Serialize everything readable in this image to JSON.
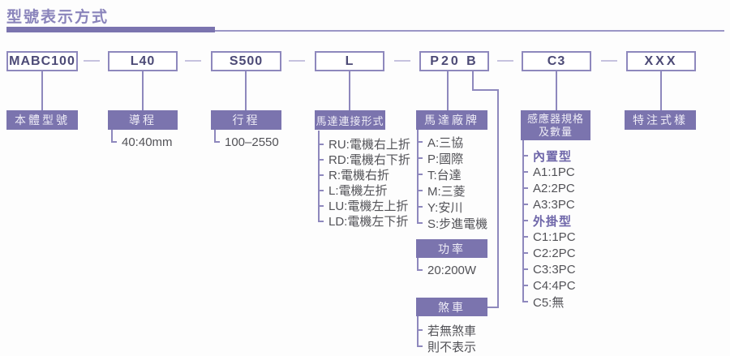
{
  "title": "型號表示方式",
  "colors": {
    "purple_fill": "#7b74ae",
    "purple_border": "#8e88bd",
    "code_text": "#4c4a76",
    "title_text": "#8a84bb",
    "list_text": "#525257",
    "list_header_text": "#6e66a9"
  },
  "columns": [
    {
      "code": "MABC100",
      "label": "本體型號",
      "items": []
    },
    {
      "code": "L40",
      "label": "導程",
      "items": [
        {
          "text": "40:40mm"
        }
      ]
    },
    {
      "code": "S500",
      "label": "行程",
      "items": [
        {
          "text": "100–2550"
        }
      ]
    },
    {
      "code": "L",
      "label": "馬達連接形式",
      "items": [
        {
          "text": "RU:電機右上折"
        },
        {
          "text": "RD:電機右下折"
        },
        {
          "text": "R:電機右折"
        },
        {
          "text": "L:電機左折"
        },
        {
          "text": "LU:電機左上折"
        },
        {
          "text": "LD:電機左下折"
        }
      ]
    },
    {
      "code": "P20 B",
      "label": "馬達廠牌",
      "items": [
        {
          "text": "A:三協"
        },
        {
          "text": "P:國際"
        },
        {
          "text": "T:台達"
        },
        {
          "text": "M:三菱"
        },
        {
          "text": "Y:安川"
        },
        {
          "text": "S:步進電機"
        }
      ],
      "subsections": [
        {
          "label": "功率",
          "items": [
            {
              "text": "20:200W"
            }
          ]
        },
        {
          "label": "煞車",
          "items": [
            {
              "text": "若無煞車"
            },
            {
              "text": "則不表示"
            }
          ]
        }
      ]
    },
    {
      "code": "C3",
      "label": "感應器規格及數量",
      "label_lines": [
        "感應器規格",
        "及數量"
      ],
      "items": [
        {
          "text": "內置型",
          "header": true
        },
        {
          "text": "A1:1PC"
        },
        {
          "text": "A2:2PC"
        },
        {
          "text": "A3:3PC"
        },
        {
          "text": "外掛型",
          "header": true
        },
        {
          "text": "C1:1PC"
        },
        {
          "text": "C2:2PC"
        },
        {
          "text": "C3:3PC"
        },
        {
          "text": "C4:4PC"
        },
        {
          "text": "C5:無"
        }
      ]
    },
    {
      "code": "XXX",
      "label": "特注式樣",
      "items": []
    }
  ]
}
